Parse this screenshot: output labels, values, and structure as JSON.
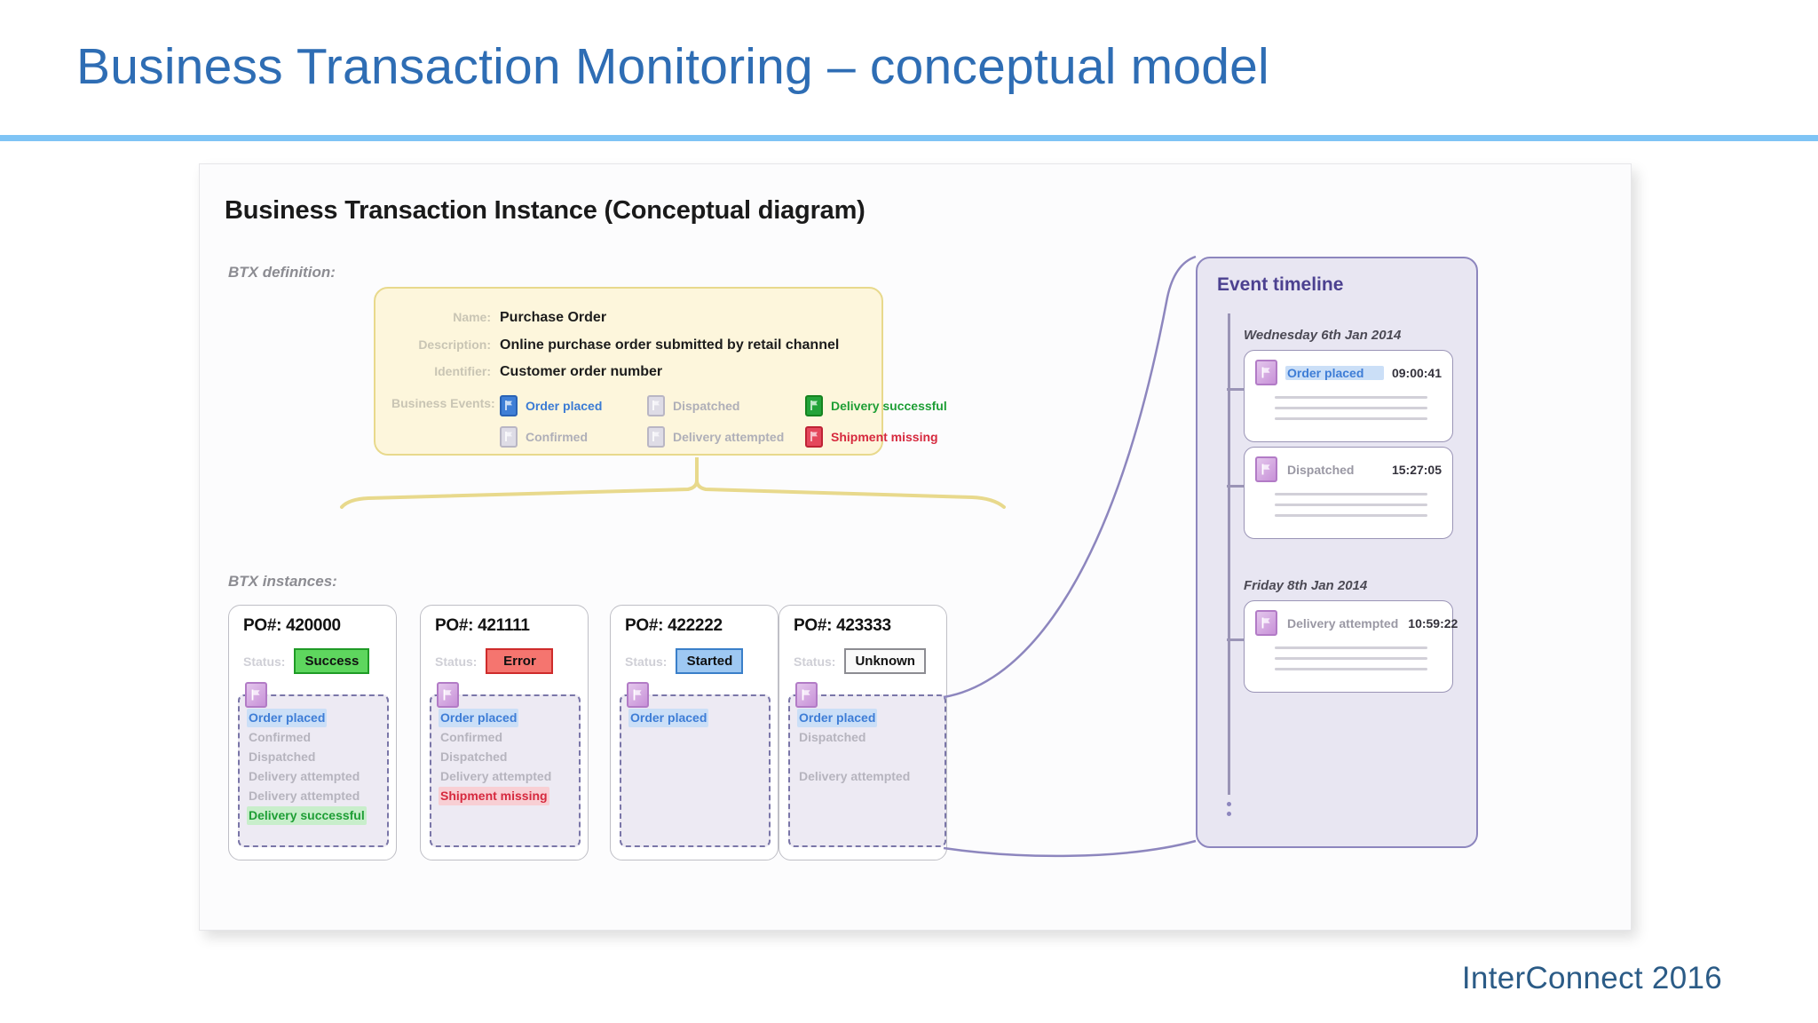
{
  "slide": {
    "title": "Business Transaction Monitoring – conceptual model",
    "footer_brand": "InterConnect 2016",
    "accent_color": "#2E6DB4",
    "rule_color": "#7FC4F5"
  },
  "diagram": {
    "title": "Business Transaction Instance (Conceptual diagram)",
    "definition_label": "BTX definition:",
    "instances_label": "BTX instances:"
  },
  "btx_definition": {
    "fields": [
      {
        "key": "Name:",
        "value": "Purchase Order"
      },
      {
        "key": "Description:",
        "value": "Online purchase order submitted by retail channel"
      },
      {
        "key": "Identifier:",
        "value": "Customer order number"
      }
    ],
    "events_label": "Business Events:",
    "events": [
      {
        "name": "Order placed",
        "icon": "event-flag-icon",
        "style": "blue"
      },
      {
        "name": "Dispatched",
        "icon": "event-flag-icon",
        "style": "grey"
      },
      {
        "name": "Delivery successful",
        "icon": "event-flag-icon",
        "style": "green"
      },
      {
        "name": "Confirmed",
        "icon": "event-flag-icon",
        "style": "grey"
      },
      {
        "name": "Delivery attempted",
        "icon": "event-flag-icon",
        "style": "grey"
      },
      {
        "name": "Shipment missing",
        "icon": "event-flag-icon",
        "style": "red"
      }
    ],
    "box_fill": "#FDF6DC",
    "box_border": "#E8D98C"
  },
  "instances": [
    {
      "po": "PO#: 420000",
      "status_key": "Status:",
      "status_value": "Success",
      "status_style": "success",
      "status_color": "#5ED65E",
      "events": [
        {
          "label": "Order placed",
          "highlight": "blue"
        },
        {
          "label": "Confirmed",
          "highlight": "none"
        },
        {
          "label": "Dispatched",
          "highlight": "none"
        },
        {
          "label": "Delivery attempted",
          "highlight": "none"
        },
        {
          "label": "Delivery attempted",
          "highlight": "none"
        },
        {
          "label": "Delivery successful",
          "highlight": "green"
        }
      ]
    },
    {
      "po": "PO#: 421111",
      "status_key": "Status:",
      "status_value": "Error",
      "status_style": "error",
      "status_color": "#F5756F",
      "events": [
        {
          "label": "Order placed",
          "highlight": "blue"
        },
        {
          "label": "Confirmed",
          "highlight": "none"
        },
        {
          "label": "Dispatched",
          "highlight": "none"
        },
        {
          "label": "Delivery attempted",
          "highlight": "none"
        },
        {
          "label": "Shipment missing",
          "highlight": "red"
        }
      ]
    },
    {
      "po": "PO#: 422222",
      "status_key": "Status:",
      "status_value": "Started",
      "status_style": "started",
      "status_color": "#9EC8F2",
      "events": [
        {
          "label": "Order placed",
          "highlight": "blue"
        }
      ]
    },
    {
      "po": "PO#: 423333",
      "status_key": "Status:",
      "status_value": "Unknown",
      "status_style": "unknown",
      "status_color": "#FAFAFA",
      "events": [
        {
          "label": "Order placed",
          "highlight": "blue",
          "spaced": false
        },
        {
          "label": "Dispatched",
          "highlight": "none",
          "spaced": true
        },
        {
          "label": "Delivery attempted",
          "highlight": "none",
          "spaced": true
        }
      ]
    }
  ],
  "timeline": {
    "title": "Event timeline",
    "panel_fill": "#E8E6F2",
    "panel_border": "#8D86BE",
    "groups": [
      {
        "date": "Wednesday 6th Jan 2014",
        "events": [
          {
            "name": "Order placed",
            "time": "09:00:41",
            "icon": "event-flag-icon",
            "highlight": "blue"
          }
        ]
      },
      {
        "date": "",
        "events": [
          {
            "name": "Dispatched",
            "time": "15:27:05",
            "icon": "event-flag-icon",
            "highlight": "none"
          }
        ]
      },
      {
        "date": "Friday 8th Jan 2014",
        "events": [
          {
            "name": "Delivery attempted",
            "time": "10:59:22",
            "icon": "event-flag-icon",
            "highlight": "none"
          }
        ]
      }
    ]
  }
}
